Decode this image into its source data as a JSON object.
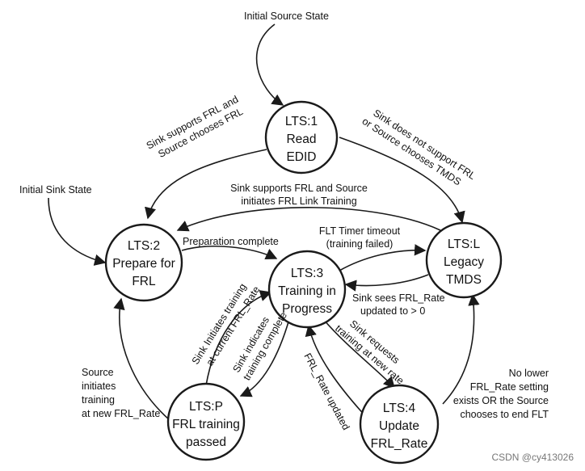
{
  "nodes": {
    "lts1": {
      "lines": [
        "LTS:1",
        "Read",
        "EDID"
      ]
    },
    "lts2": {
      "lines": [
        "LTS:2",
        "Prepare for",
        "FRL"
      ]
    },
    "lts3": {
      "lines": [
        "LTS:3",
        "Training in",
        "Progress"
      ]
    },
    "ltsl": {
      "lines": [
        "LTS:L",
        "Legacy",
        "TMDS"
      ]
    },
    "ltsp": {
      "lines": [
        "LTS:P",
        "FRL training",
        "passed"
      ]
    },
    "lts4": {
      "lines": [
        "LTS:4",
        "Update",
        "FRL_Rate"
      ]
    }
  },
  "labels": {
    "initial_source": "Initial Source State",
    "initial_sink": "Initial Sink State",
    "frl_chosen": [
      "Sink supports FRL and",
      "Source chooses FRL"
    ],
    "tmds_chosen": [
      "Sink does not support FRL",
      "or Source chooses TMDS"
    ],
    "link_training": [
      "Sink supports FRL and Source",
      "initiates FRL Link Training"
    ],
    "prep_complete": "Preparation complete",
    "flt_timeout": [
      "FLT Timer timeout",
      "(training failed)"
    ],
    "rate_gt_zero": [
      "Sink sees FRL_Rate",
      "updated to > 0"
    ],
    "sink_current_rate": [
      "Sink Initiates training",
      "at current FRL_Rate"
    ],
    "sink_complete": [
      "Sink indicates",
      "training complete"
    ],
    "sink_requests": [
      "Sink requests",
      "training at new rate"
    ],
    "rate_updated": "FRL_Rate updated",
    "source_new_rate": [
      "Source",
      "initiates",
      "training",
      "at new FRL_Rate"
    ],
    "no_lower_rate": [
      "No lower",
      "FRL_Rate setting",
      "exists OR the Source",
      "chooses to end FLT"
    ]
  },
  "watermark": "CSDN @cy413026"
}
